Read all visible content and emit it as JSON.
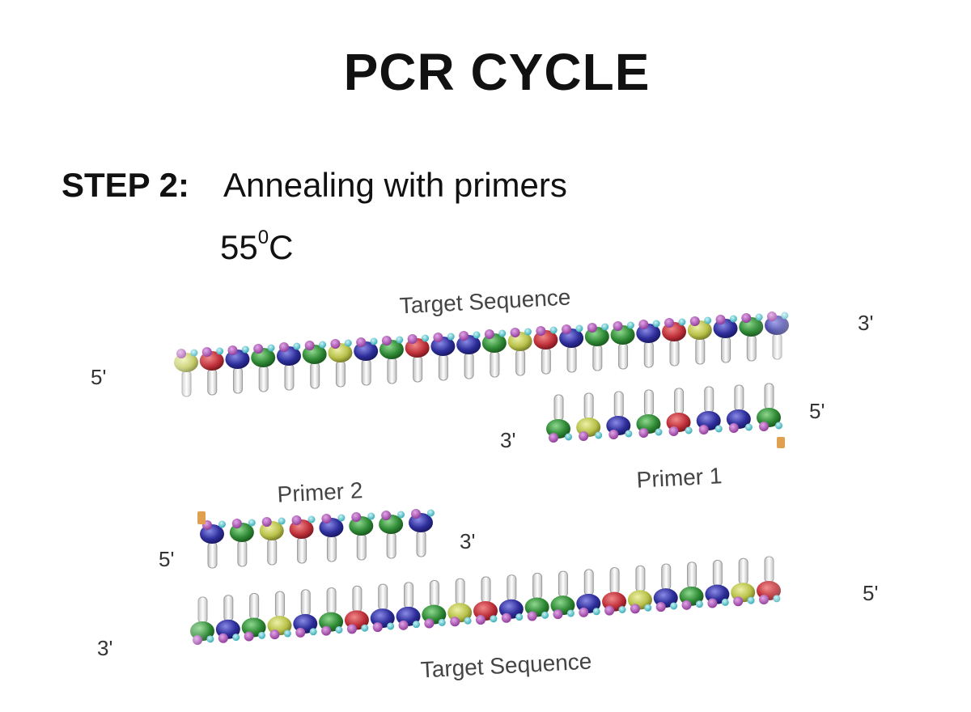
{
  "slide": {
    "title": "PCR CYCLE",
    "step_label": "STEP 2:",
    "step_description": "Annealing with primers",
    "temperature_value": "55",
    "temperature_degree": "0",
    "temperature_unit": "C"
  },
  "diagram": {
    "top_strand": {
      "label": "Target Sequence",
      "end_left": "5'",
      "end_right": "3'"
    },
    "primer_1": {
      "label": "Primer 1",
      "end_left": "3'",
      "end_right": "5'"
    },
    "primer_2": {
      "label": "Primer 2",
      "end_left": "5'",
      "end_right": "3'"
    },
    "bottom_strand": {
      "label": "Target Sequence",
      "end_left": "3'",
      "end_right": "5'"
    },
    "colors": {
      "backbone_purple": "#b04fb8",
      "backbone_cyan": "#5fd0d8",
      "base_blue": "#2e2e9c",
      "base_green": "#2f8a35",
      "base_red": "#c0303a",
      "base_yellow": "#b9c24a",
      "rung": "#e6e6e6"
    }
  }
}
